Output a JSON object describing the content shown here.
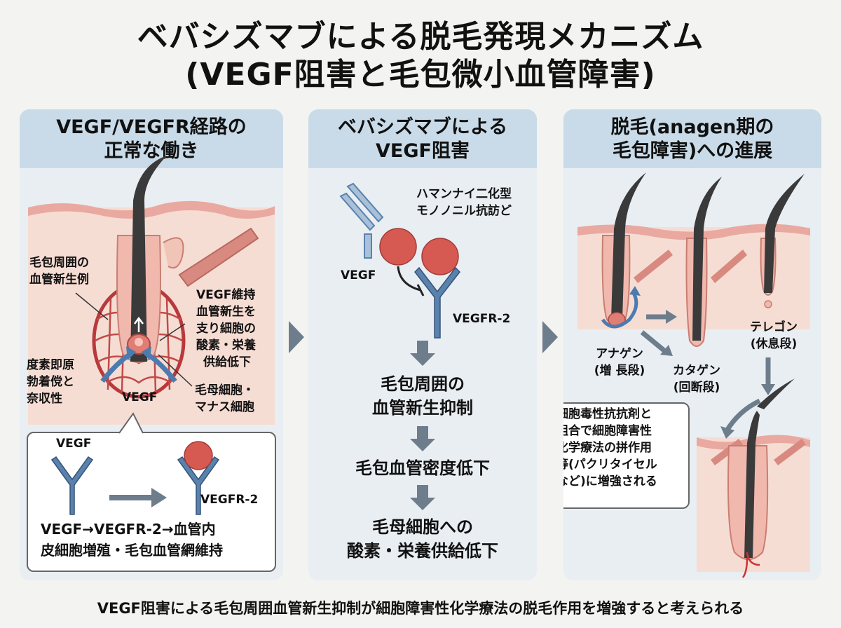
{
  "title": {
    "line1": "ベバシズマブによる脱毛発現メカニズム",
    "line2": "(VEGF阻害と毛包微小血管障害)"
  },
  "panel1": {
    "header_line1": "VEGF/VEGFR経路の",
    "header_line2": "正常な働き",
    "label_vessel_1": "毛包周囲の",
    "label_vessel_2": "血管新生例",
    "label_right_1": "VEGF維持",
    "label_right_2": "血管新生を",
    "label_right_3": "支り細胞の",
    "label_right_4": "酸素・栄養",
    "label_right_5": "供給低下",
    "label_left_1": "度素即原",
    "label_left_2": "勃着傥と",
    "label_left_3": "奈収性",
    "label_vegf": "VEGF",
    "label_matrix_1": "毛母細胞・",
    "label_matrix_2": "マナス細胞",
    "callout_vegf": "VEGF",
    "callout_receptor": "VEGFR-2",
    "callout_text_1": "VEGF→VEGFR-2→血管内",
    "callout_text_2": "皮細胞増殖・毛包血管網維持"
  },
  "panel2": {
    "header_line1": "ベバシズマブによる",
    "header_line2": "VEGF阻害",
    "antibody_label_1": "ハマンナイ二化型",
    "antibody_label_2": "モノノニル抗訪ど",
    "vegf_label": "VEGF",
    "receptor_label": "VEGFR-2",
    "step1_line1": "毛包周囲の",
    "step1_line2": "血管新生抑制",
    "step2": "毛包血管密度低下",
    "step3_line1": "毛母細胞への",
    "step3_line2": "酸素・栄養供給低下"
  },
  "panel3": {
    "header_line1": "脱毛(anagen期の",
    "header_line2": "毛包障害)への進展",
    "anagen_1": "アナゲン",
    "anagen_2": "(増 長段)",
    "catagen_1": "カタゲン",
    "catagen_2": "(回断段)",
    "telogen_1": "テレゴン",
    "telogen_2": "(休息段)",
    "callout_1": "細胞毒性抗抗剤と",
    "callout_2": "組合で細胞障害性",
    "callout_3": "化学療法の拼作用",
    "callout_4": "等(パクリタイセル",
    "callout_5": "など)に増強される"
  },
  "footer": "VEGF阻害による毛包周囲血管新生抑制が細胞障害性化学療法の脱毛作用を増強すると考えられる",
  "colors": {
    "header_bg": "#c9dbe8",
    "panel_bg": "#e9eef3",
    "skin": "#f3d2c8",
    "vessel": "#b8393b",
    "receptor": "#5a82ad",
    "arrow": "#6d7d8c"
  }
}
